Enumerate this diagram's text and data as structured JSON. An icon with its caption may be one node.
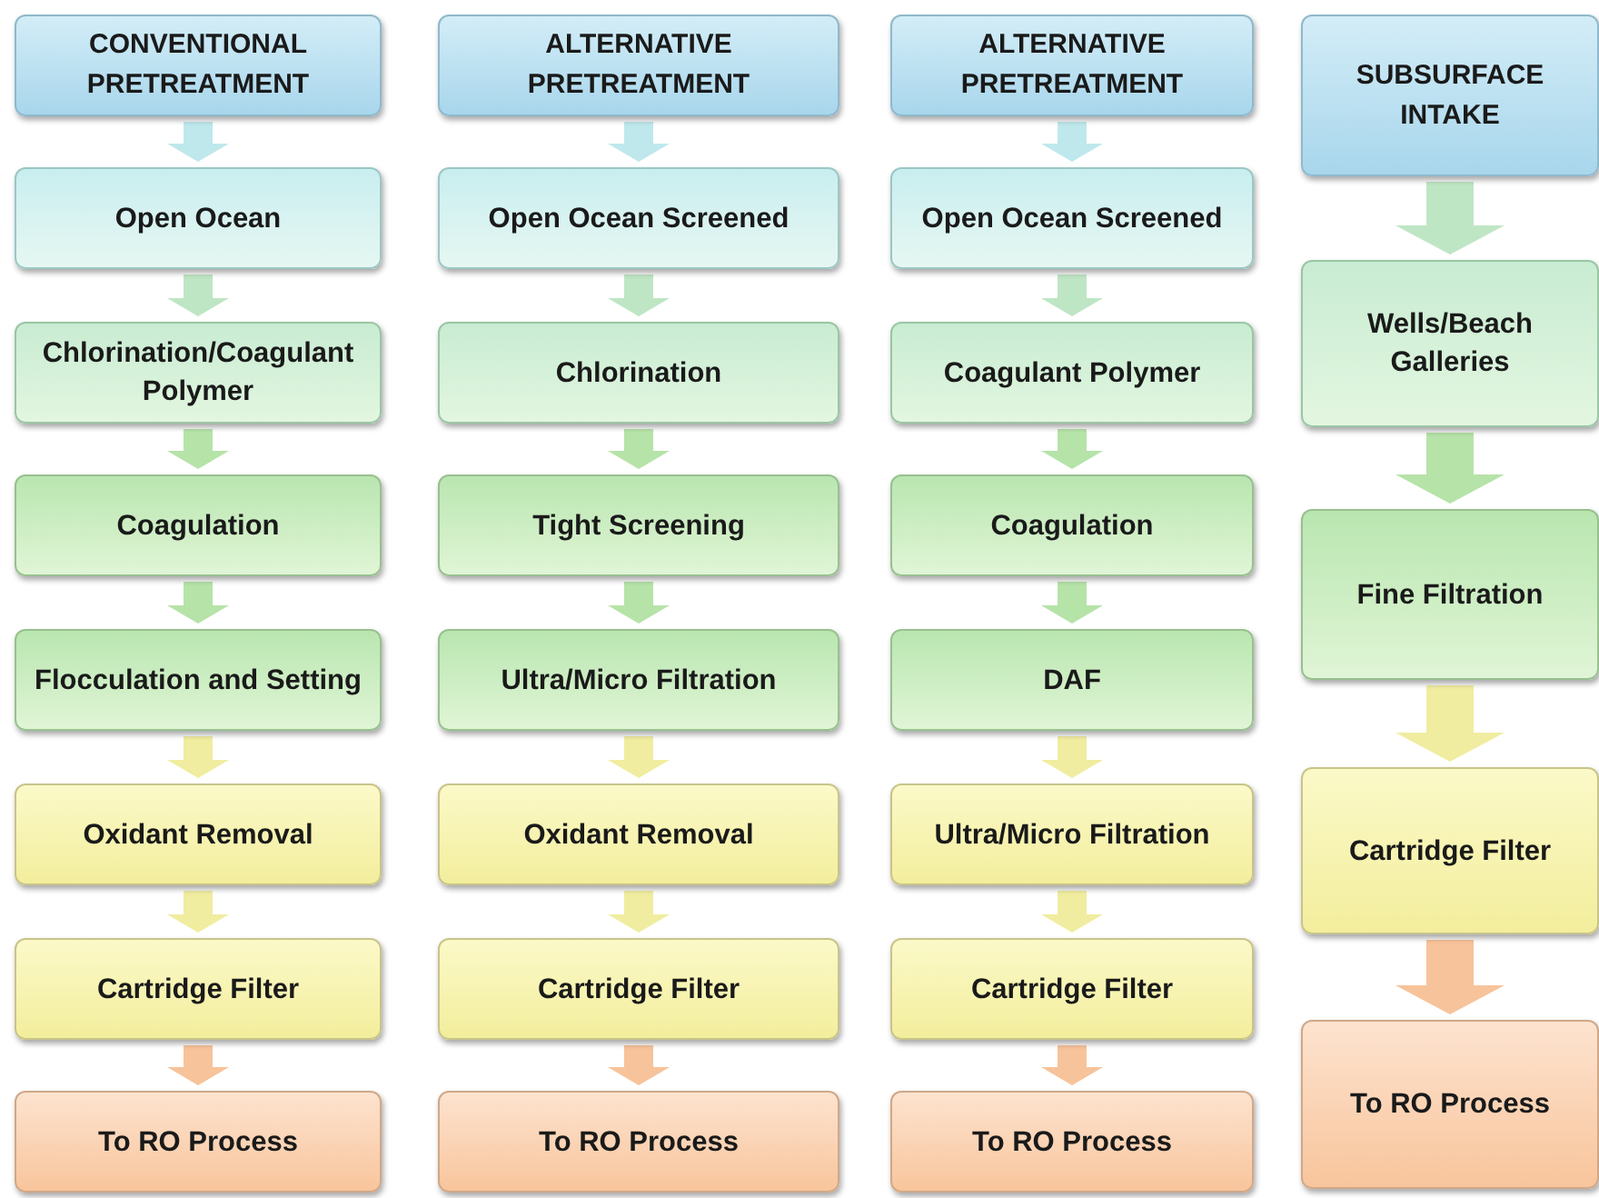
{
  "diagram": {
    "nodes": [
      {
        "text": [
          "CONVENTIONAL PRETREATMENT"
        ]
      },
      {
        "text": [
          "Open Ocean"
        ]
      },
      {
        "text": [
          "Chlorination/Coagulant Polymer"
        ]
      },
      {
        "text": [
          "Coagulation"
        ]
      },
      {
        "text": [
          "Flocculation and Setting"
        ]
      },
      {
        "text": [
          "Oxidant Removal"
        ]
      },
      {
        "text": [
          "Cartridge Filter"
        ]
      },
      {
        "text": [
          "To RO Process"
        ]
      },
      {
        "text": [
          "ALTERNATIVE PRETREATMENT"
        ]
      },
      {
        "text": [
          "Open Ocean Screened"
        ]
      },
      {
        "text": [
          "Chlorination"
        ]
      },
      {
        "text": [
          "Tight Screening"
        ]
      },
      {
        "text": [
          "Ultra/Micro Filtration"
        ]
      },
      {
        "text": [
          "Oxidant Removal"
        ]
      },
      {
        "text": [
          "Cartridge Filter"
        ]
      },
      {
        "text": [
          "To RO Process"
        ]
      },
      {
        "text": [
          "ALTERNATIVE PRETREATMENT"
        ]
      },
      {
        "text": [
          "Open Ocean Screened"
        ]
      },
      {
        "text": [
          "Coagulant Polymer"
        ]
      },
      {
        "text": [
          "Coagulation"
        ]
      },
      {
        "text": [
          "DAF"
        ]
      },
      {
        "text": [
          "Ultra/Micro Filtration"
        ]
      },
      {
        "text": [
          "Cartridge Filter"
        ]
      },
      {
        "text": [
          "To RO Process"
        ]
      },
      {
        "text": [
          "SUBSURFACE INTAKE"
        ]
      },
      {
        "text": [
          "Wells/Beach Galleries"
        ]
      },
      {
        "text": [
          "Fine Filtration"
        ]
      },
      {
        "text": [
          "Cartridge Filter"
        ]
      },
      {
        "text": [
          "To RO Process"
        ]
      }
    ],
    "edges": [
      {
        "from": 0,
        "to": 1,
        "arrow": "to"
      },
      {
        "from": 1,
        "to": 2,
        "arrow": "to"
      },
      {
        "from": 2,
        "to": 3,
        "arrow": "to"
      },
      {
        "from": 3,
        "to": 4,
        "arrow": "to"
      },
      {
        "from": 4,
        "to": 5,
        "arrow": "to"
      },
      {
        "from": 5,
        "to": 6,
        "arrow": "to"
      },
      {
        "from": 6,
        "to": 7,
        "arrow": "to"
      },
      {
        "from": 8,
        "to": 9,
        "arrow": "to"
      },
      {
        "from": 9,
        "to": 10,
        "arrow": "to"
      },
      {
        "from": 10,
        "to": 11,
        "arrow": "to"
      },
      {
        "from": 11,
        "to": 12,
        "arrow": "to"
      },
      {
        "from": 12,
        "to": 13,
        "arrow": "to"
      },
      {
        "from": 13,
        "to": 14,
        "arrow": "to"
      },
      {
        "from": 14,
        "to": 15,
        "arrow": "to"
      },
      {
        "from": 16,
        "to": 17,
        "arrow": "to"
      },
      {
        "from": 17,
        "to": 18,
        "arrow": "to"
      },
      {
        "from": 18,
        "to": 19,
        "arrow": "to"
      },
      {
        "from": 19,
        "to": 20,
        "arrow": "to"
      },
      {
        "from": 20,
        "to": 21,
        "arrow": "to"
      },
      {
        "from": 21,
        "to": 22,
        "arrow": "to"
      },
      {
        "from": 22,
        "to": 23,
        "arrow": "to"
      },
      {
        "from": 24,
        "to": 25,
        "arrow": "to"
      },
      {
        "from": 25,
        "to": 26,
        "arrow": "to"
      },
      {
        "from": 26,
        "to": 27,
        "arrow": "to"
      },
      {
        "from": 27,
        "to": 28,
        "arrow": "to"
      }
    ]
  }
}
